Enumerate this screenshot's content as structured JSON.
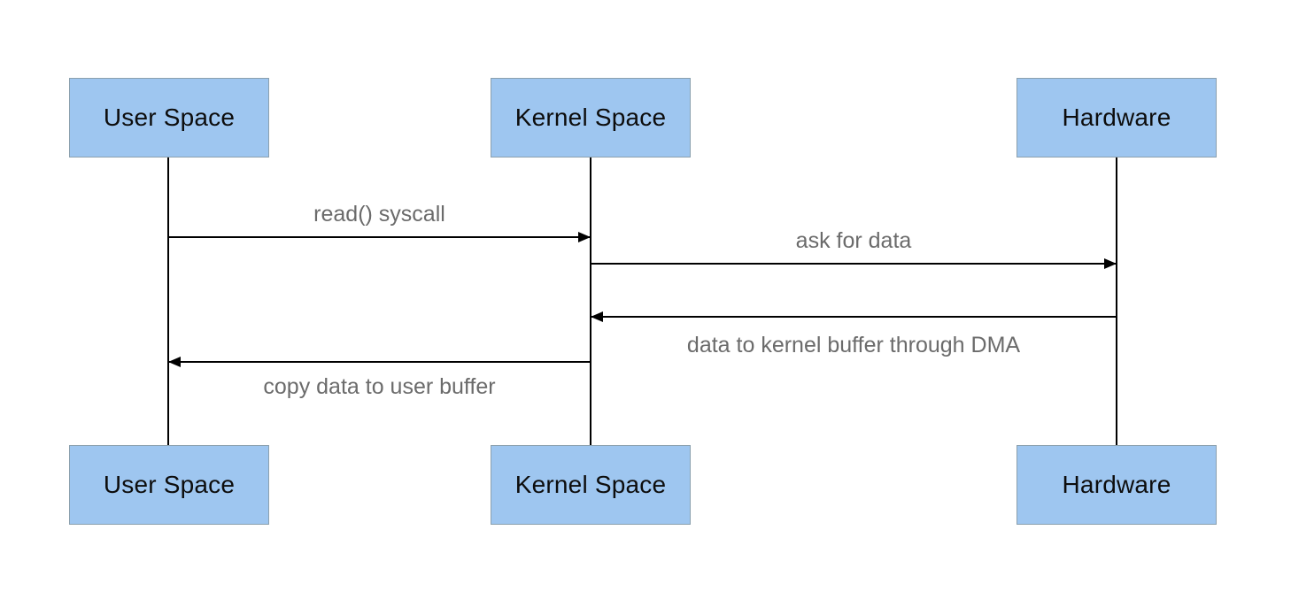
{
  "diagram_type": "sequence-diagram",
  "actors": [
    {
      "id": "user-space",
      "label": "User Space"
    },
    {
      "id": "kernel-space",
      "label": "Kernel Space"
    },
    {
      "id": "hardware",
      "label": "Hardware"
    }
  ],
  "messages": [
    {
      "from": "user-space",
      "to": "kernel-space",
      "direction": "right",
      "label": "read() syscall",
      "label_position": "above"
    },
    {
      "from": "kernel-space",
      "to": "hardware",
      "direction": "right",
      "label": "ask for data",
      "label_position": "above"
    },
    {
      "from": "hardware",
      "to": "kernel-space",
      "direction": "left",
      "label": "data to kernel buffer through DMA",
      "label_position": "below"
    },
    {
      "from": "kernel-space",
      "to": "user-space",
      "direction": "left",
      "label": "copy data to user buffer",
      "label_position": "below"
    }
  ],
  "colors": {
    "actor_fill": "#9ec6f0",
    "actor_border": "#8ba0ae",
    "label_text": "#6b6b6b",
    "line": "#000000",
    "background": "#ffffff"
  }
}
